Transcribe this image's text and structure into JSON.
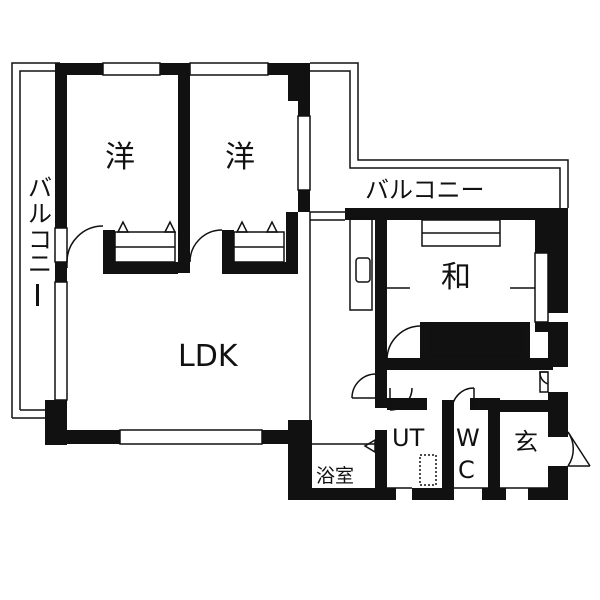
{
  "rooms": {
    "western1": "洋",
    "western2": "洋",
    "japanese": "和",
    "ldk": "LDK",
    "bath": "浴室",
    "utility": "UT",
    "wc_top": "W",
    "wc_bottom": "C",
    "entrance": "玄"
  },
  "balconies": {
    "top": "バルコニー",
    "left": [
      "バ",
      "ル",
      "コ",
      "ニ",
      "ー"
    ]
  },
  "colors": {
    "wall": "#111111",
    "line": "#111111",
    "background": "#ffffff"
  }
}
